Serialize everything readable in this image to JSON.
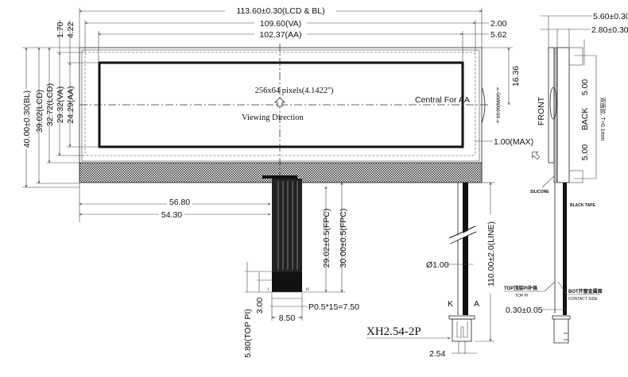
{
  "title": "LCD module mechanical drawing 256x64",
  "front_view": {
    "dim_width_lcd_bl": "113.60±0.30(LCD & BL)",
    "dim_width_va": "109.60(VA)",
    "dim_width_aa": "102.37(AA)",
    "dim_right_2": "2.00",
    "dim_right_562": "5.62",
    "dim_top_170": "1.70",
    "dim_top_422": "4.22",
    "dim_h_bl": "40.00±0.30(BL)",
    "dim_h_lcd1": "39.02(LCD)",
    "dim_h_lcd2": "32.72(LCD)",
    "dim_h_va": "29.32(VA)",
    "dim_h_aa": "24.29(AA)",
    "pixels": "256x64 pixels(4.1422'')",
    "viewing": "Viewing Direction",
    "central": "Central For AA",
    "dim_1636": "16.36",
    "dim_10max": "10.00(MAX)",
    "dim_1max": "1.00(MAX)"
  },
  "fpc": {
    "dim_5680": "56.80",
    "dim_5430": "54.30",
    "dim_2902": "29.02±0.5(FPC)",
    "dim_3000": "30.00±0.5(FPC)",
    "dim_580": "5.80(TOP PI)",
    "dim_300": "3.00",
    "dim_850": "8.50",
    "pitch": "P0.5*15=7.50",
    "pin1": "1",
    "pin16": "16"
  },
  "backlight": {
    "connector": "XH2.54-2P",
    "diameter": "Ø1.00",
    "k": "K",
    "a": "A",
    "dim_254": "2.54",
    "line_len": "110.00±2.0(LINE)"
  },
  "side_view": {
    "dim_560": "5.60±0.30",
    "dim_280": "2.80±0.30",
    "front": "FRONT",
    "back": "BACK",
    "dim_500a": "5.00",
    "dim_500b": "5.00",
    "tape": "双面胶, T=0.1mm",
    "silicone": "SILICONE",
    "black_tape": "BLACK TAPE",
    "top_pi_cn": "TOP顶层PI补强",
    "top_pi": "TOP PI",
    "bot_cn": "BOT开窗金属面",
    "contact": "CONTACT SIDE",
    "dim_030": "0.30±0.05"
  }
}
